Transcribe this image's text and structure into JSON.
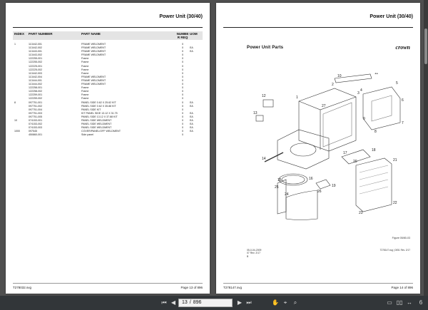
{
  "left_page": {
    "title": "Power Unit (30/40)",
    "columns": {
      "index": "INDEX",
      "part_number": "PART NUMBER",
      "part_name": "PART NAME",
      "qty": "NUMBE R REQ",
      "uom": "UOM"
    },
    "rows": [
      {
        "index": "1",
        "pn": "113442-001",
        "name": "FRAME WELDMENT",
        "qty": "0",
        "uom": ""
      },
      {
        "index": "",
        "pn": "113442-002",
        "name": "FRAME WELDMENT",
        "qty": "0",
        "uom": "EA"
      },
      {
        "index": "",
        "pn": "113443-001",
        "name": "FRAME WELDMENT",
        "qty": "0",
        "uom": "EA"
      },
      {
        "index": "",
        "pn": "113443-002",
        "name": "FRAME WELDMENT",
        "qty": "0",
        "uom": ""
      },
      {
        "index": "",
        "pn": "122255-001",
        "name": "Frame",
        "qty": "0",
        "uom": ""
      },
      {
        "index": "",
        "pn": "122255-002",
        "name": "Frame",
        "qty": "0",
        "uom": ""
      },
      {
        "index": "",
        "pn": "122225-001",
        "name": "Frame",
        "qty": "0",
        "uom": ""
      },
      {
        "index": "",
        "pn": "122225-002",
        "name": "Frame",
        "qty": "0",
        "uom": ""
      },
      {
        "index": "",
        "pn": "113442-003",
        "name": "Frame",
        "qty": "0",
        "uom": ""
      },
      {
        "index": "",
        "pn": "113442-004",
        "name": "FRAME WELDMENT",
        "qty": "0",
        "uom": ""
      },
      {
        "index": "",
        "pn": "113444-001",
        "name": "FRAME WELDMENT",
        "qty": "0",
        "uom": ""
      },
      {
        "index": "",
        "pn": "113444-002",
        "name": "FRAME WELDMENT",
        "qty": "0",
        "uom": ""
      },
      {
        "index": "",
        "pn": "122258-001",
        "name": "Frame",
        "qty": "0",
        "uom": ""
      },
      {
        "index": "",
        "pn": "122258-002",
        "name": "Frame",
        "qty": "0",
        "uom": ""
      },
      {
        "index": "",
        "pn": "122259-001",
        "name": "Frame",
        "qty": "0",
        "uom": ""
      },
      {
        "index": "",
        "pn": "122259-002",
        "name": "Frame",
        "qty": "0",
        "uom": ""
      },
      {
        "index": "8",
        "pn": "097751-001",
        "name": "PANEL SIDE 0.62 X 25.62 KIT",
        "qty": "0",
        "uom": "EA"
      },
      {
        "index": "",
        "pn": "097751-002",
        "name": "PANEL SIDE 0.62 X 35.88 KIT",
        "qty": "0",
        "uom": "EA"
      },
      {
        "index": "",
        "pn": "097751-004",
        "name": "PANEL SIDE KIT",
        "qty": "0",
        "uom": ""
      },
      {
        "index": "",
        "pn": "097751-003",
        "name": "KIT PANEL SIDE 13.12 X 31.75",
        "qty": "0",
        "uom": "EA"
      },
      {
        "index": "",
        "pn": "097751-005",
        "name": "PANEL SIDE 13.12 X 37.88 KIT",
        "qty": "0",
        "uom": "EA"
      },
      {
        "index": "10",
        "pn": "074153-001",
        "name": "PANEL SIDE WELDMENT",
        "qty": "0",
        "uom": "EA"
      },
      {
        "index": "",
        "pn": "074153-002",
        "name": "PANEL SIDE WELDMENT",
        "qty": "0",
        "uom": "EA"
      },
      {
        "index": "",
        "pn": "074153-003",
        "name": "PANEL SIDE WELDMENT",
        "qty": "0",
        "uom": "EA"
      },
      {
        "index": "1000",
        "pn": "097545",
        "name": "COVER/PANEL/OFF WELDMENT",
        "qty": "0",
        "uom": "EA"
      },
      {
        "index": "",
        "pn": "450860-001",
        "name": "Side panel",
        "qty": "0",
        "uom": ""
      }
    ],
    "footer_left": "T278032.svg",
    "footer_right": "Page 13 of 896"
  },
  "right_page": {
    "title": "Power Unit (30/40)",
    "section_title": "Power Unit Parts",
    "brand": "crown",
    "figure_label": "Figure 05/80-03",
    "date_lines": [
      "05-0-04-2009",
      "07 Rev. 2/17",
      "B"
    ],
    "figure_id": "T278147.svg | 0051 Rev. 2/17",
    "callouts": [
      "1",
      "2",
      "3",
      "4",
      "5",
      "6",
      "7",
      "8",
      "9",
      "10",
      "11",
      "12",
      "13",
      "14",
      "15",
      "16",
      "17",
      "18",
      "19",
      "20",
      "21",
      "22",
      "23",
      "24",
      "25",
      "26",
      "27"
    ],
    "footer_left": "T278147.svg",
    "footer_right": "Page 14 of 896"
  },
  "toolbar": {
    "current_page": "13",
    "total_pages": "896",
    "separator": "/",
    "nav_right": "6"
  }
}
